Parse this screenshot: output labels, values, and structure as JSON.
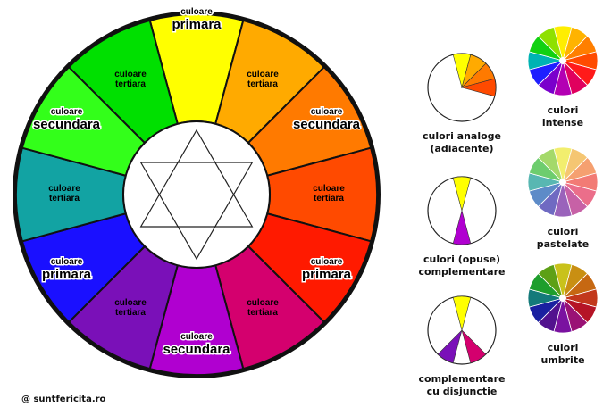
{
  "colors": {
    "wheel": [
      "#ffff00",
      "#ffaa00",
      "#ff7a00",
      "#ff4a00",
      "#ff1a00",
      "#d4006e",
      "#b000d0",
      "#7a10b8",
      "#1a10ff",
      "#12a3a3",
      "#33ff1a",
      "#00e000"
    ],
    "pastel": [
      "#f2ee6e",
      "#f5c672",
      "#f5a070",
      "#f27b75",
      "#eb6e8a",
      "#c761a6",
      "#9a63bb",
      "#6f6ac2",
      "#5d8bc8",
      "#58b7b2",
      "#6dcd6e",
      "#a4d96a"
    ],
    "shade": [
      "#c9c21b",
      "#c98f12",
      "#c66812",
      "#c2381c",
      "#b51426",
      "#9a1275",
      "#7a12a0",
      "#52128e",
      "#1a20a0",
      "#147a7a",
      "#1e9e2c",
      "#5da016"
    ],
    "intense": [
      "#ffee00",
      "#ffb300",
      "#ff7f00",
      "#ff4b00",
      "#ff1a1a",
      "#e0005e",
      "#b300b3",
      "#7a00cc",
      "#1f1fff",
      "#00b3b3",
      "#12d112",
      "#8fe000"
    ]
  },
  "wheel": {
    "sectors": [
      {
        "line1": "culoare",
        "line2": "primara",
        "big": true
      },
      {
        "line1": "culoare",
        "line2": "tertiara",
        "big": false
      },
      {
        "line1": "culoare",
        "line2": "secundara",
        "big": true
      },
      {
        "line1": "culoare",
        "line2": "tertiara",
        "big": false
      },
      {
        "line1": "culoare",
        "line2": "primara",
        "big": true
      },
      {
        "line1": "culoare",
        "line2": "tertiara",
        "big": false
      },
      {
        "line1": "culoare",
        "line2": "secundara",
        "big": true
      },
      {
        "line1": "culoare",
        "line2": "tertiara",
        "big": false
      },
      {
        "line1": "culoare",
        "line2": "primara",
        "big": true
      },
      {
        "line1": "culoare",
        "line2": "tertiara",
        "big": false
      },
      {
        "line1": "culoare",
        "line2": "secundara",
        "big": true
      },
      {
        "line1": "culoare",
        "line2": "tertiara",
        "big": false
      }
    ]
  },
  "schemes": [
    {
      "line1": "culori analoge",
      "line2": "(adiacente)",
      "selected": [
        0,
        1,
        2,
        3
      ]
    },
    {
      "line1": "culori (opuse)",
      "line2": "complementare",
      "selected": [
        0,
        6
      ]
    },
    {
      "line1": "complementare",
      "line2": "cu disjunctie",
      "selected": [
        0,
        5,
        7
      ]
    }
  ],
  "variants": [
    {
      "line1": "culori",
      "line2": "intense",
      "palette": "intense"
    },
    {
      "line1": "culori",
      "line2": "pastelate",
      "palette": "pastel"
    },
    {
      "line1": "culori",
      "line2": "umbrite",
      "palette": "shade"
    }
  ],
  "credit": "@ suntfericita.ro"
}
